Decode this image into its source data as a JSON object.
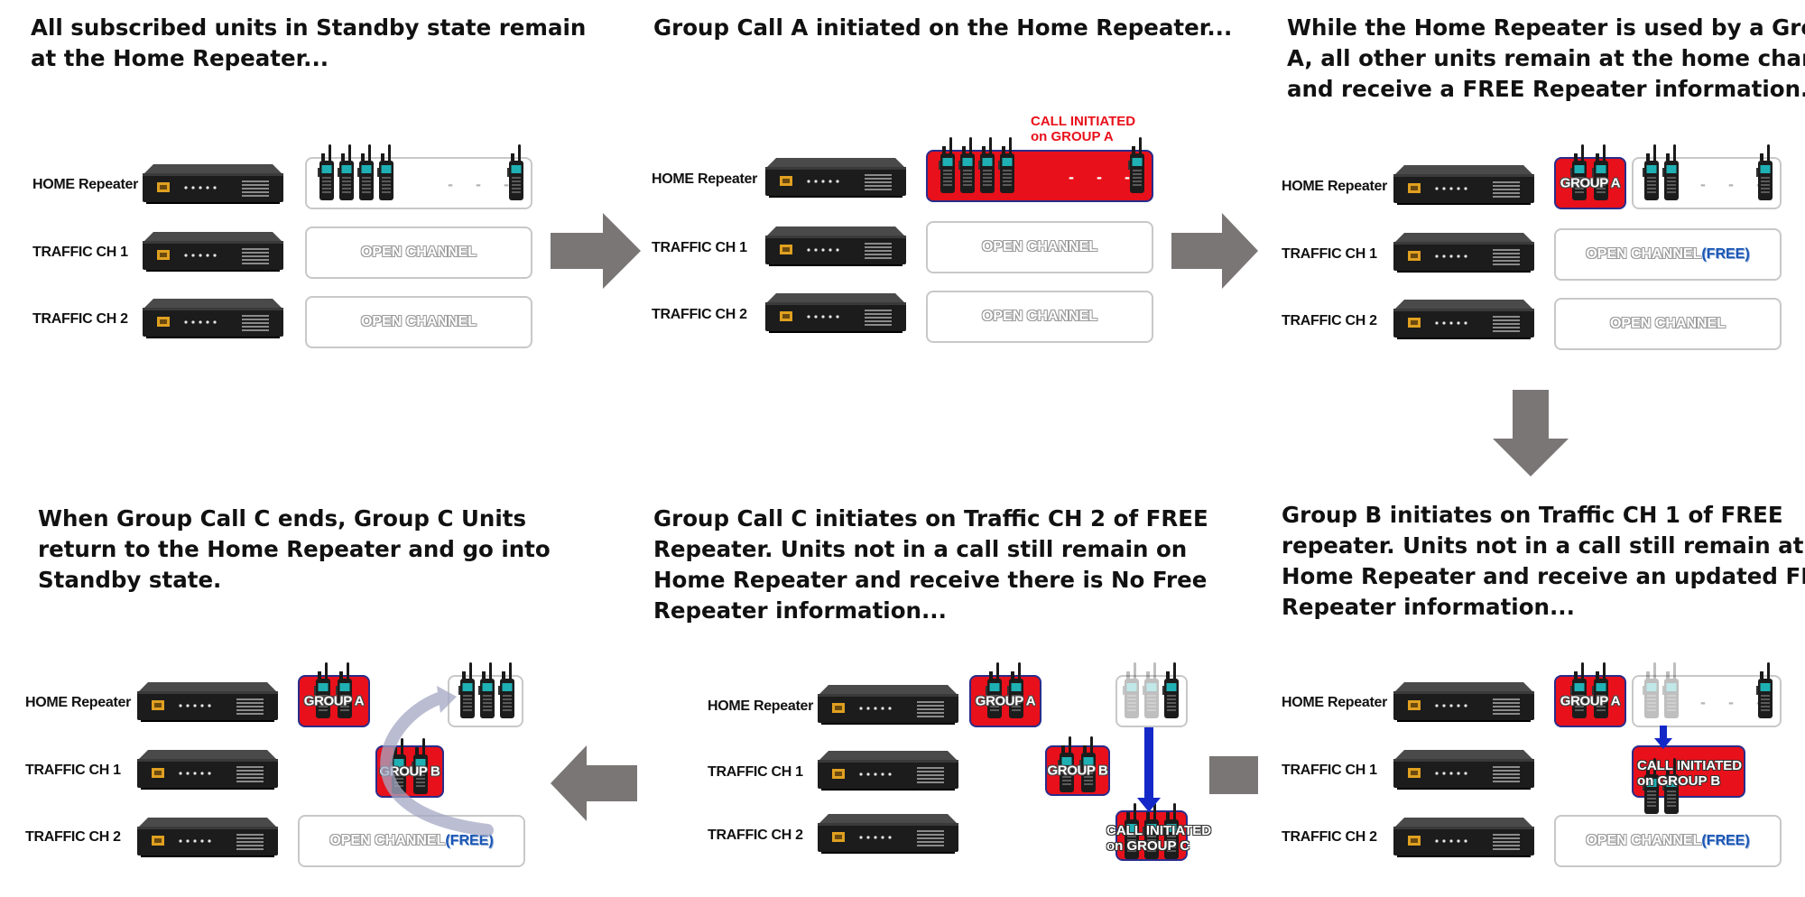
{
  "labels": {
    "home": "HOME Repeater",
    "ch1": "TRAFFIC CH 1",
    "ch2": "TRAFFIC CH 2"
  },
  "common": {
    "open_channel": "OPEN CHANNEL",
    "free": "(FREE)",
    "dashes": "- - -",
    "group_a": "GROUP A",
    "group_b": "GROUP B"
  },
  "panels": [
    {
      "caption": [
        "All subscribed units in Standby state remain",
        "at the Home Repeater..."
      ]
    },
    {
      "caption": [
        "Group Call A initiated on the Home Repeater..."
      ],
      "note": [
        "CALL INITIATED",
        "on GROUP A"
      ]
    },
    {
      "caption": [
        "While the Home Repeater is used by a Group",
        "A, all other units remain at the home channel",
        "and receive a FREE Repeater information..."
      ]
    },
    {
      "caption": [
        "Group B initiates on Traffic CH 1 of FREE",
        "repeater. Units not in a call still remain at the",
        "Home Repeater and receive an updated FREE",
        "Repeater information..."
      ],
      "note": [
        "CALL INITIATED",
        "on GROUP B"
      ]
    },
    {
      "caption": [
        "Group Call C initiates on Traffic CH 2 of FREE",
        "Repeater. Units not in a call still remain on",
        "Home Repeater and receive there is No Free",
        "Repeater information..."
      ],
      "note": [
        "CALL INITIATED",
        "on GROUP C"
      ]
    },
    {
      "caption": [
        "When Group Call C ends, Group C Units",
        "return to the Home Repeater and go into",
        "Standby state."
      ]
    }
  ],
  "colors": {
    "call_red": "#e8101a",
    "box_border": "#2a2c8a",
    "free_blue": "#1a56b4",
    "arrow_gray": "#7a7676",
    "move_blue": "#1428c8"
  }
}
